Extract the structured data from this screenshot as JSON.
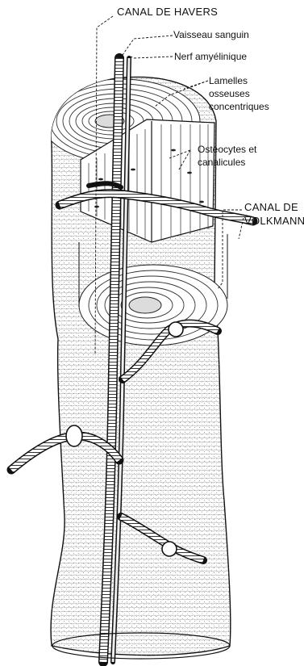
{
  "labels": {
    "canal_havers": "CANAL DE HAVERS",
    "vaisseau": "Vaisseau sanguin",
    "nerf": "Nerf amyélinique",
    "lamelles_1": "Lamelles",
    "lamelles_2": "osseuses",
    "lamelles_3": "concentriques",
    "osteocytes_1": "Ostéocytes et",
    "osteocytes_2": "canalicules",
    "volkmann_1": "CANAL DE",
    "volkmann_2": "VOLKMANN"
  },
  "colors": {
    "ink": "#111111",
    "background": "#ffffff",
    "shading": "#8a8a8a"
  }
}
